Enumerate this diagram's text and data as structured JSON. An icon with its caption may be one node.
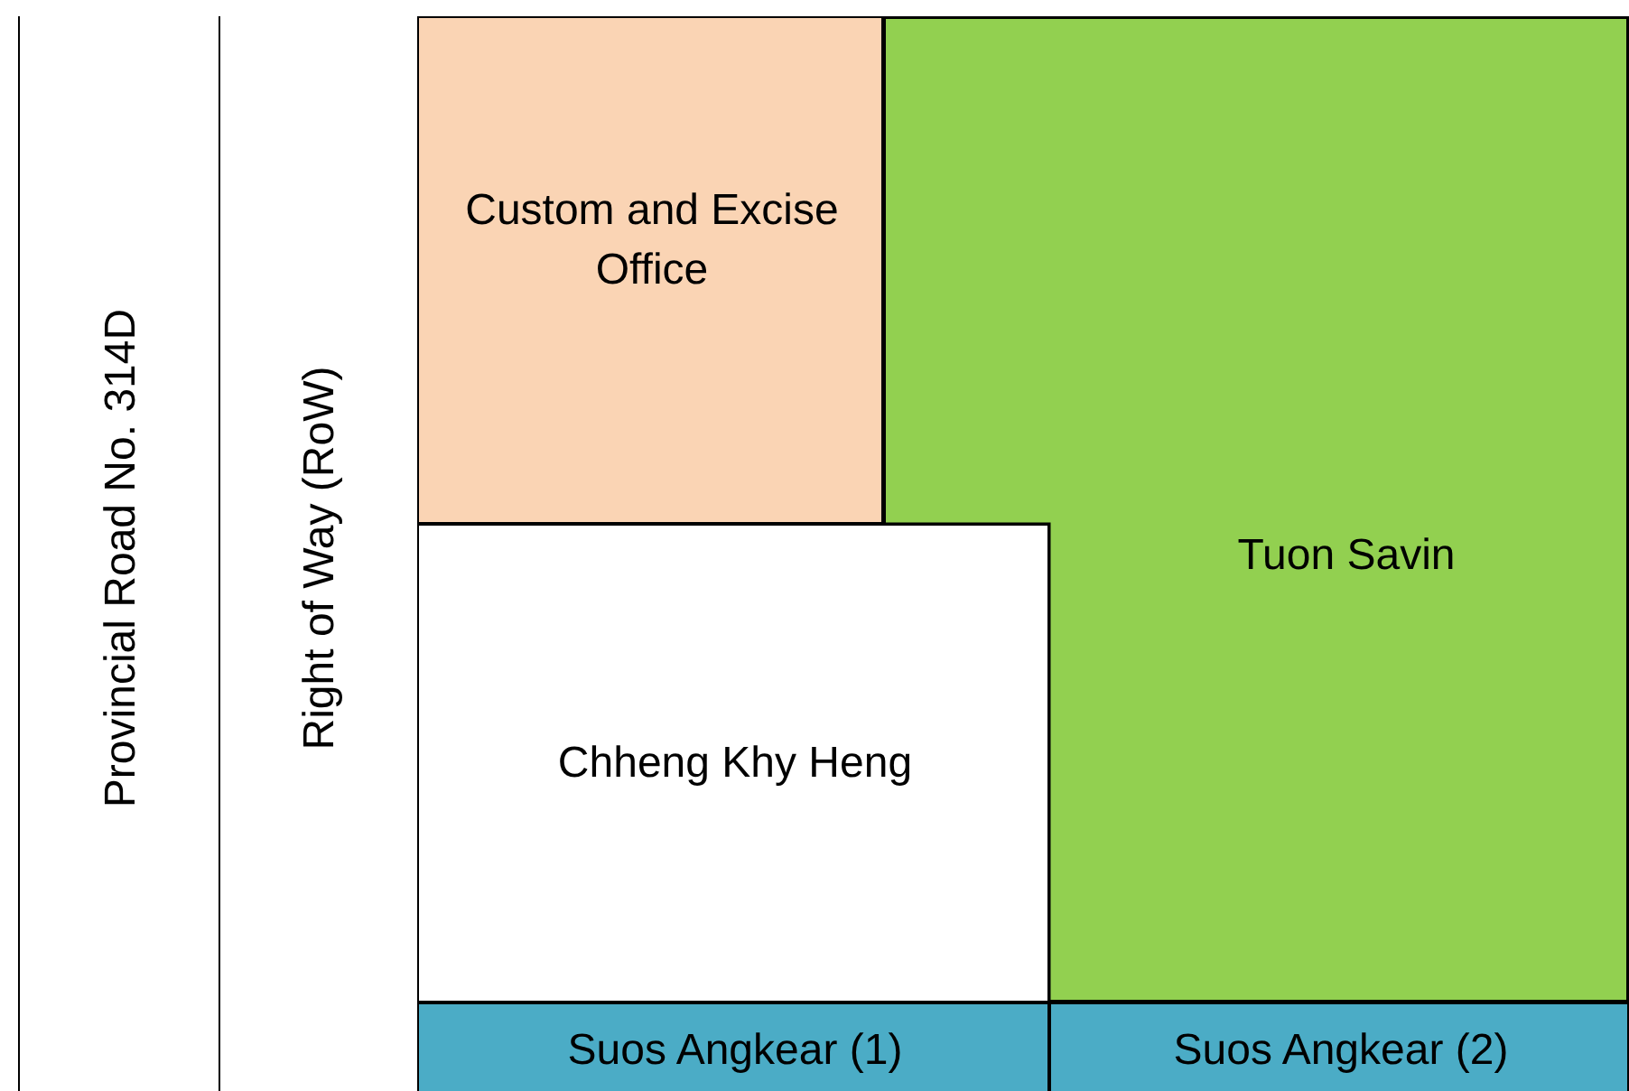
{
  "diagram": {
    "nodes": [
      {
        "text": [
          "Provincial Road No. 314D"
        ]
      },
      {
        "text": [
          "Right of Way (RoW)"
        ]
      },
      {
        "text": [
          "Custom and Excise Office"
        ]
      },
      {
        "text": [
          "Tuon Savin"
        ]
      },
      {
        "text": [
          "Chheng Khy Heng"
        ]
      },
      {
        "text": [
          "Suos Angkear (1)"
        ]
      },
      {
        "text": [
          "Suos Angkear (2)"
        ]
      }
    ]
  }
}
